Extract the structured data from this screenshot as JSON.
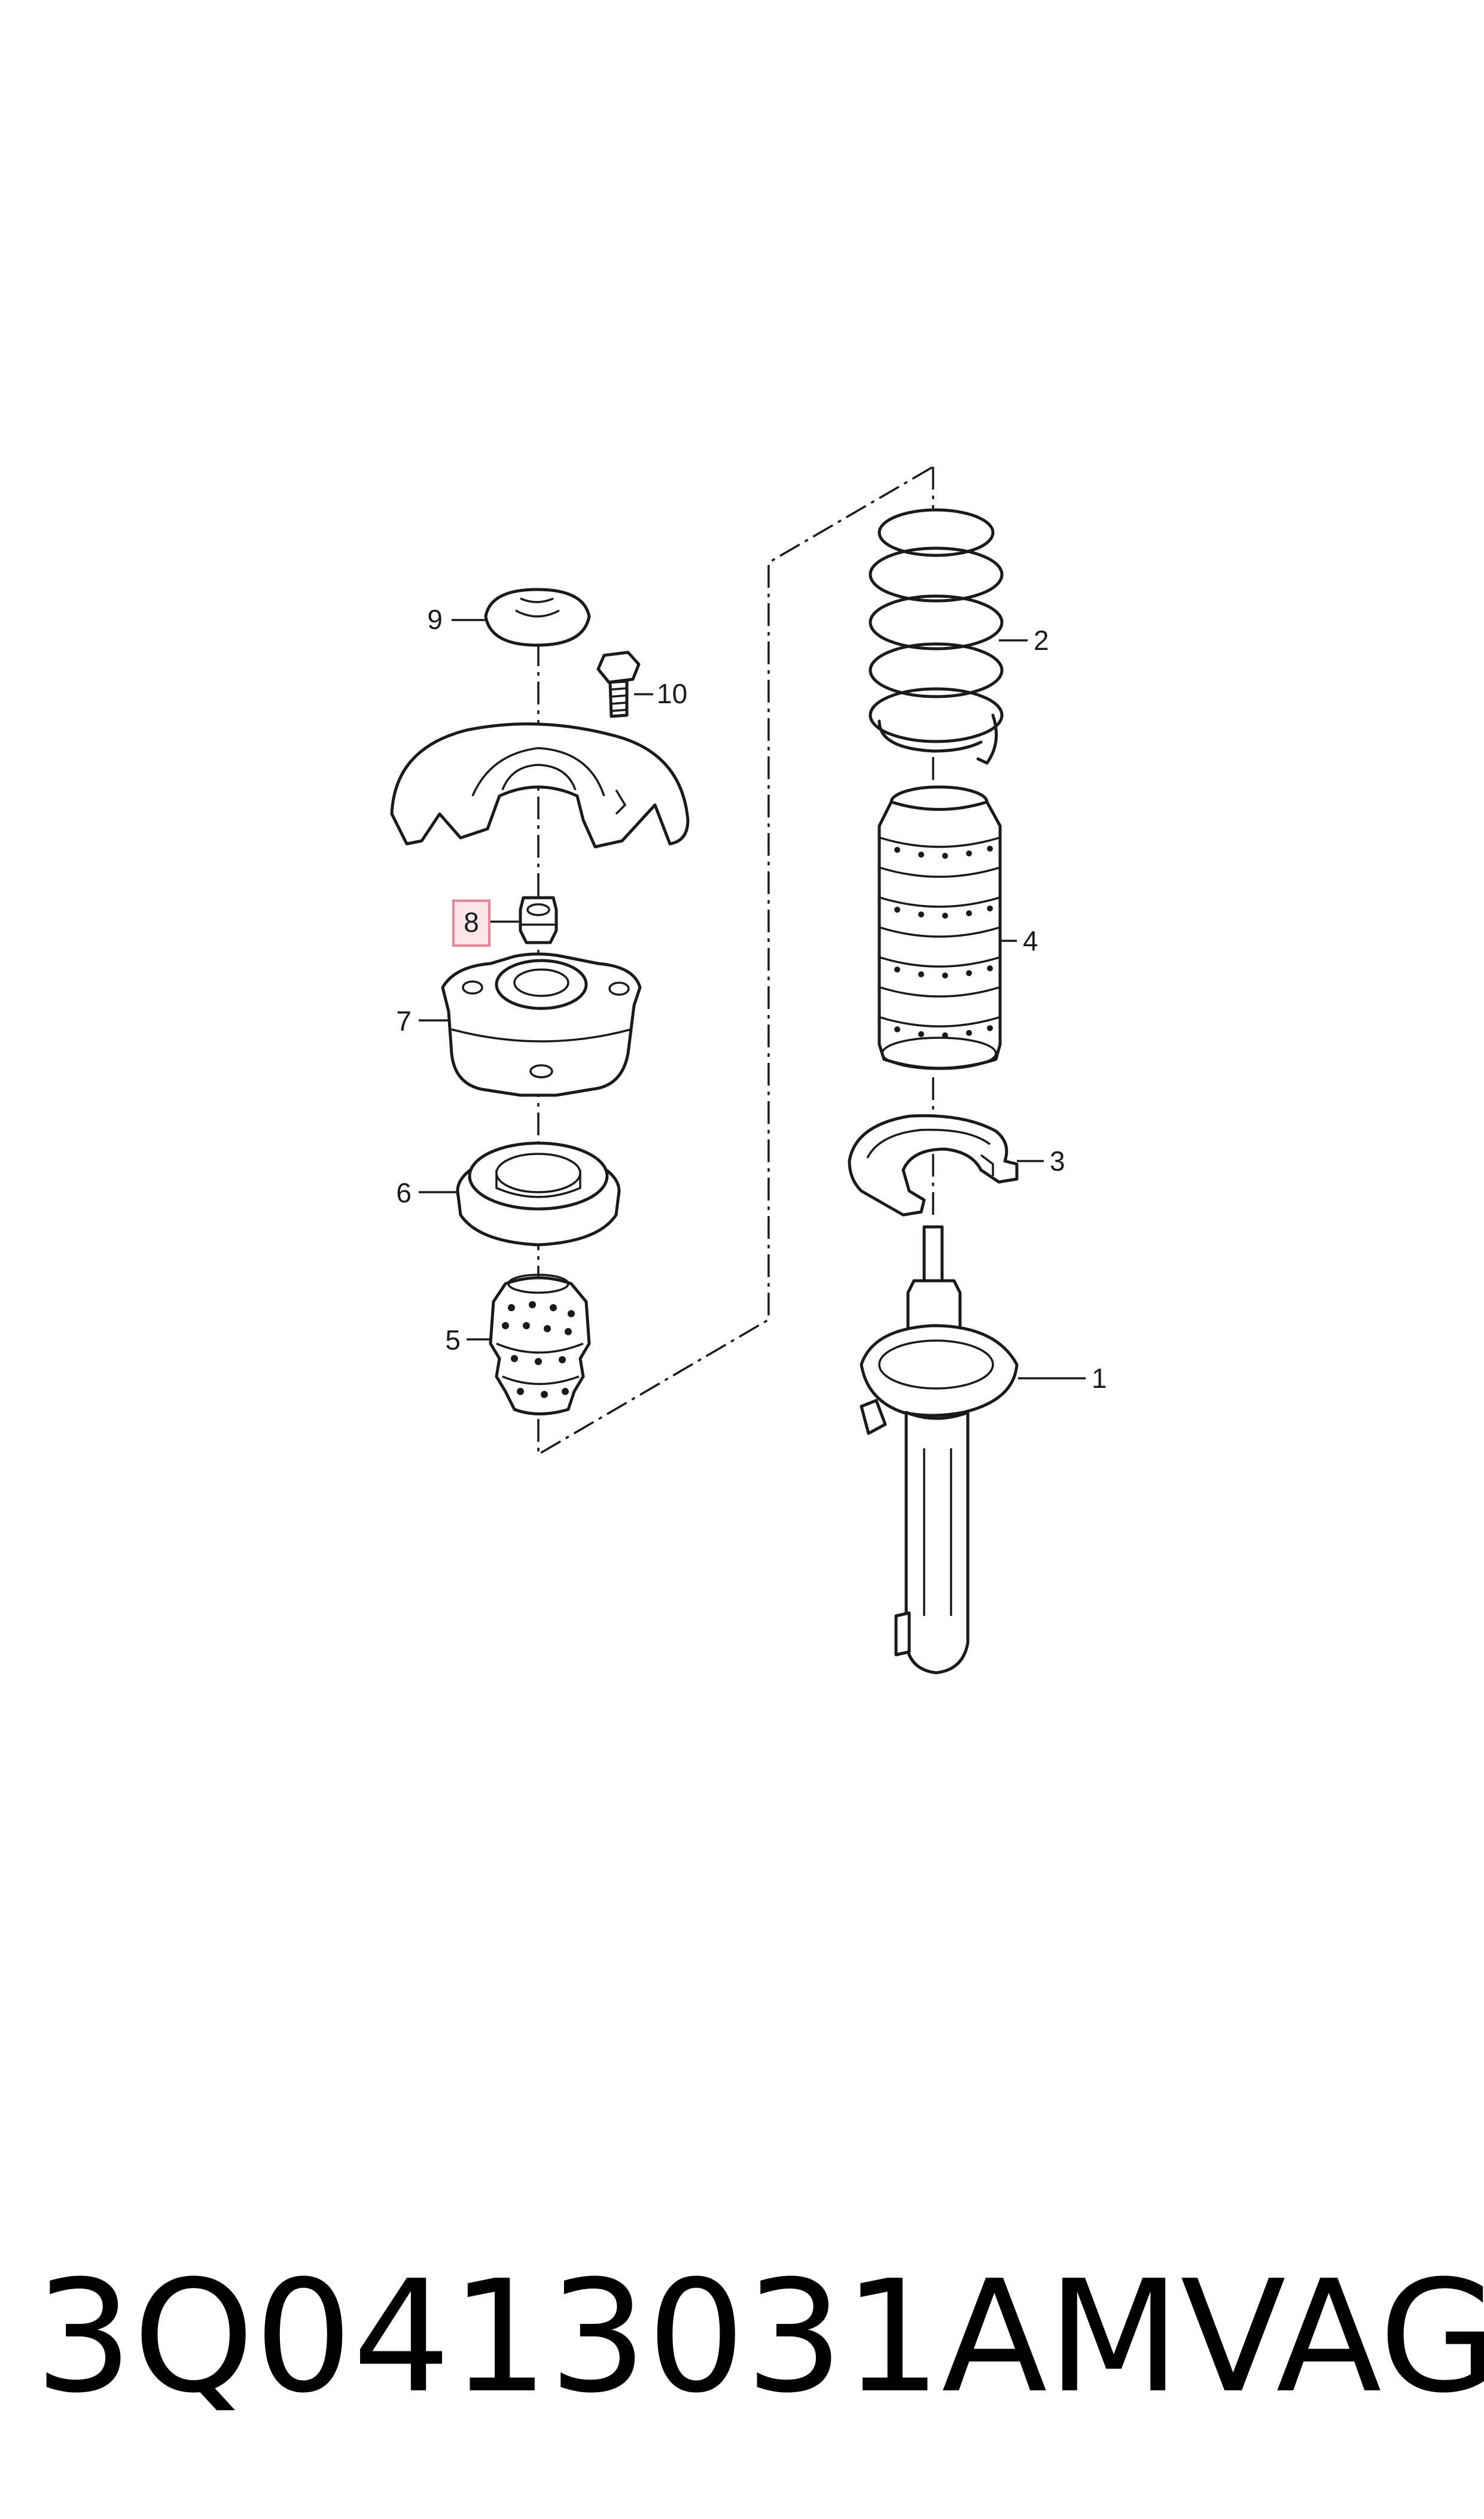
{
  "callouts": {
    "c1": "1",
    "c2": "2",
    "c3": "3",
    "c4": "4",
    "c5": "5",
    "c6": "6",
    "c7": "7",
    "c8": "8",
    "c9": "9",
    "c10": "10"
  },
  "highlighted_callout": "8",
  "footer": {
    "part_number": "3Q0413031AM",
    "brand": "VAG"
  },
  "colors": {
    "line": "#1a1a1a",
    "highlight_fill": "#fde6ea",
    "highlight_border": "#e48797"
  }
}
